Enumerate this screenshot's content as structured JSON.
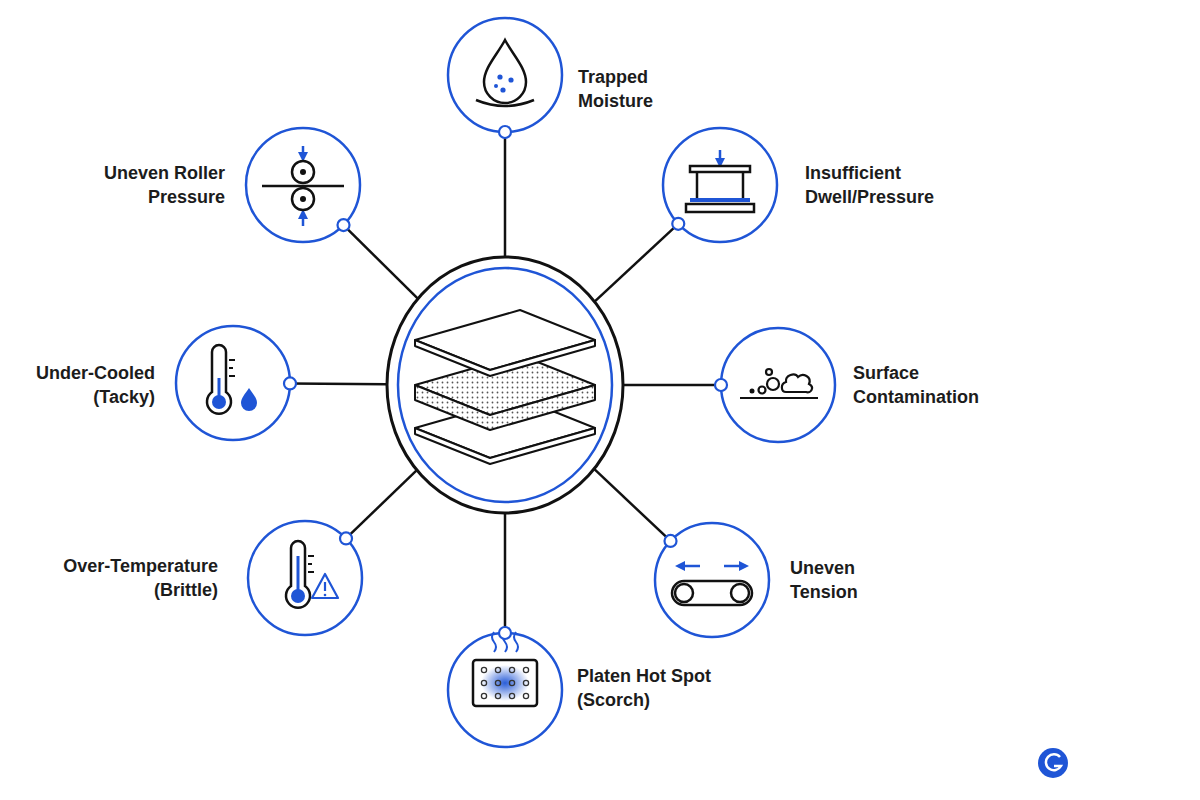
{
  "diagram": {
    "nodes": [
      {
        "text": [
          "Trapped Moisture"
        ]
      },
      {
        "text": [
          "Uneven Roller Pressure"
        ]
      },
      {
        "text": [
          "Insufficient Dwell/Pressure"
        ]
      },
      {
        "text": [
          "Under-Cooled (Tacky)"
        ]
      },
      {
        "text": [
          "Surface Contamination"
        ]
      },
      {
        "text": [
          "Over-Temperature (Brittle)"
        ]
      },
      {
        "text": [
          "Uneven Tension"
        ]
      },
      {
        "text": [
          "Platen Hot Spot (Scorch)"
        ]
      }
    ]
  }
}
